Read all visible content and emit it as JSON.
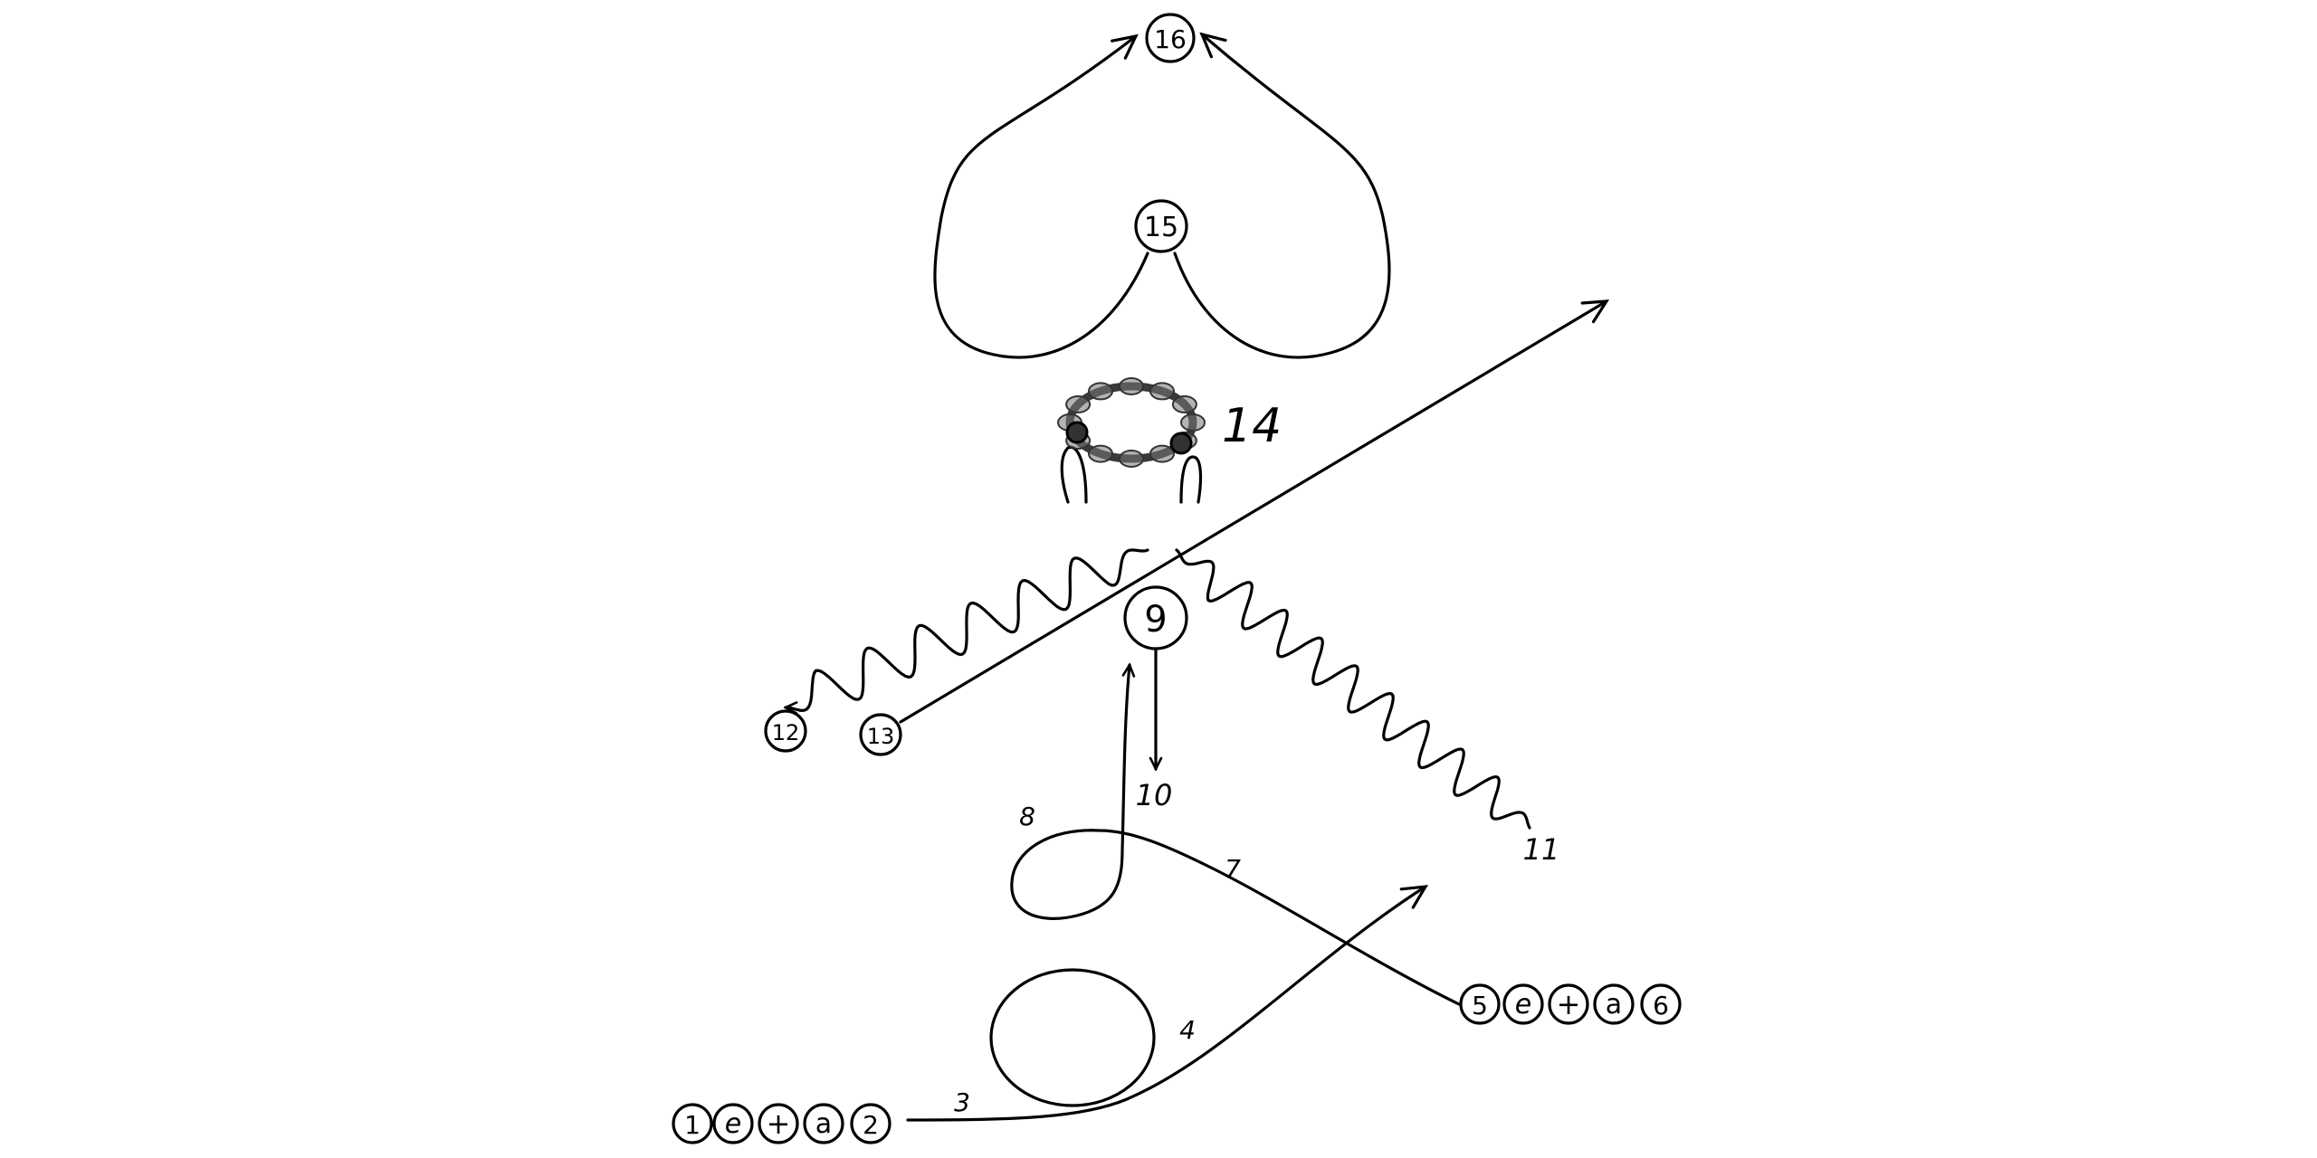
{
  "labels": {
    "one": "1",
    "two": "2",
    "e": "e",
    "plus": "+",
    "a": "a",
    "three": "3",
    "four": "4",
    "five": "5",
    "six": "6",
    "seven": "7",
    "eight": "8",
    "nine": "9",
    "ten": "10",
    "eleven": "11",
    "twelve": "12",
    "thirteen": "13",
    "fourteen": "14",
    "fifteen": "15",
    "sixteen": "16"
  }
}
